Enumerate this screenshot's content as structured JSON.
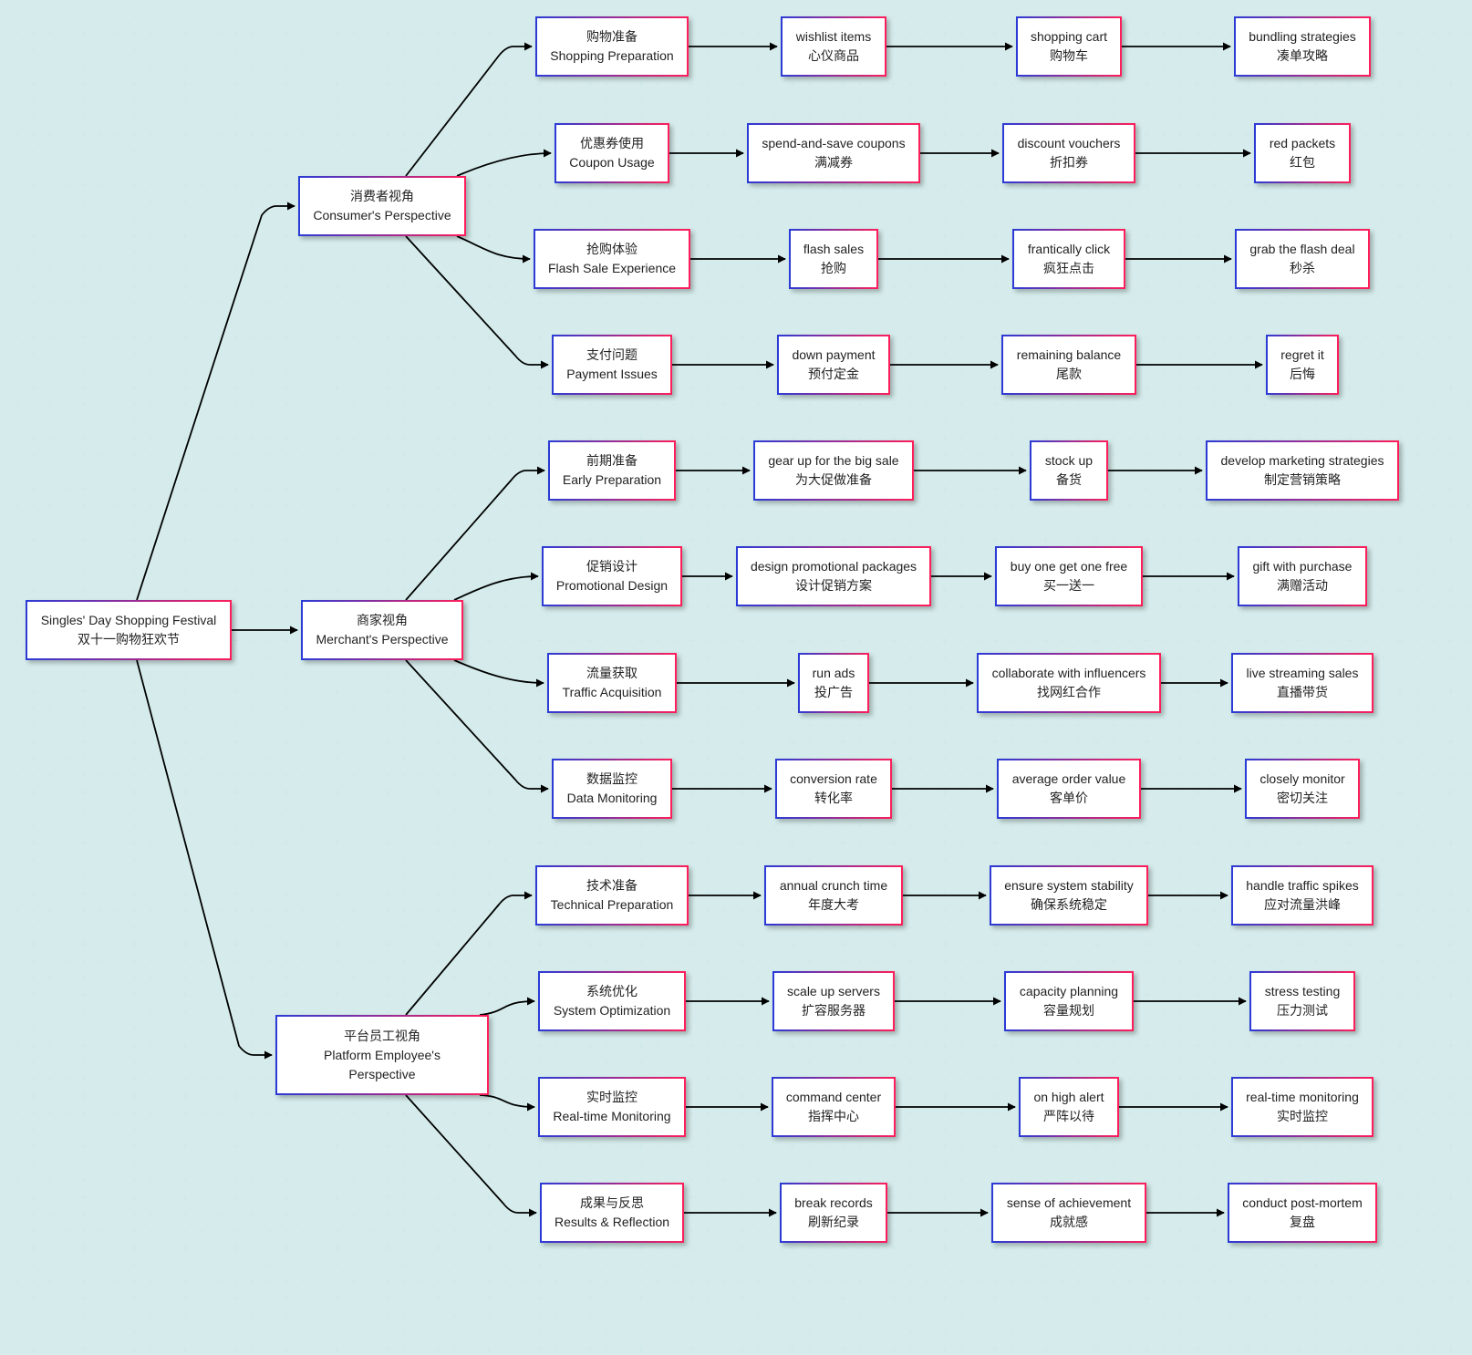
{
  "root": {
    "en": "Singles' Day Shopping Festival",
    "zh": "双十一购物狂欢节"
  },
  "perspectives": [
    {
      "zh": "消费者视角",
      "en": "Consumer's Perspective",
      "groups": [
        {
          "zh": "购物准备",
          "en": "Shopping Preparation",
          "steps": [
            {
              "en": "wishlist items",
              "zh": "心仪商品"
            },
            {
              "en": "shopping cart",
              "zh": "购物车"
            },
            {
              "en": "bundling strategies",
              "zh": "凑单攻略"
            }
          ]
        },
        {
          "zh": "优惠券使用",
          "en": "Coupon Usage",
          "steps": [
            {
              "en": "spend-and-save coupons",
              "zh": "满减券"
            },
            {
              "en": "discount vouchers",
              "zh": "折扣券"
            },
            {
              "en": "red packets",
              "zh": "红包"
            }
          ]
        },
        {
          "zh": "抢购体验",
          "en": "Flash Sale Experience",
          "steps": [
            {
              "en": "flash sales",
              "zh": "抢购"
            },
            {
              "en": "frantically click",
              "zh": "疯狂点击"
            },
            {
              "en": "grab the flash deal",
              "zh": "秒杀"
            }
          ]
        },
        {
          "zh": "支付问题",
          "en": "Payment Issues",
          "steps": [
            {
              "en": "down payment",
              "zh": "预付定金"
            },
            {
              "en": "remaining balance",
              "zh": "尾款"
            },
            {
              "en": "regret it",
              "zh": "后悔"
            }
          ]
        }
      ]
    },
    {
      "zh": "商家视角",
      "en": "Merchant's Perspective",
      "groups": [
        {
          "zh": "前期准备",
          "en": "Early Preparation",
          "steps": [
            {
              "en": "gear up for the big sale",
              "zh": "为大促做准备"
            },
            {
              "en": "stock up",
              "zh": "备货"
            },
            {
              "en": "develop marketing strategies",
              "zh": "制定营销策略"
            }
          ]
        },
        {
          "zh": "促销设计",
          "en": "Promotional Design",
          "steps": [
            {
              "en": "design promotional packages",
              "zh": "设计促销方案"
            },
            {
              "en": "buy one get one free",
              "zh": "买一送一"
            },
            {
              "en": "gift with purchase",
              "zh": "满赠活动"
            }
          ]
        },
        {
          "zh": "流量获取",
          "en": "Traffic Acquisition",
          "steps": [
            {
              "en": "run ads",
              "zh": "投广告"
            },
            {
              "en": "collaborate with influencers",
              "zh": "找网红合作"
            },
            {
              "en": "live streaming sales",
              "zh": "直播带货"
            }
          ]
        },
        {
          "zh": "数据监控",
          "en": "Data Monitoring",
          "steps": [
            {
              "en": "conversion rate",
              "zh": "转化率"
            },
            {
              "en": "average order value",
              "zh": "客单价"
            },
            {
              "en": "closely monitor",
              "zh": "密切关注"
            }
          ]
        }
      ]
    },
    {
      "zh": "平台员工视角",
      "en": "Platform Employee's Perspective",
      "groups": [
        {
          "zh": "技术准备",
          "en": "Technical Preparation",
          "steps": [
            {
              "en": "annual crunch time",
              "zh": "年度大考"
            },
            {
              "en": "ensure system stability",
              "zh": "确保系统稳定"
            },
            {
              "en": "handle traffic spikes",
              "zh": "应对流量洪峰"
            }
          ]
        },
        {
          "zh": "系统优化",
          "en": "System Optimization",
          "steps": [
            {
              "en": "scale up servers",
              "zh": "扩容服务器"
            },
            {
              "en": "capacity planning",
              "zh": "容量规划"
            },
            {
              "en": "stress testing",
              "zh": "压力测试"
            }
          ]
        },
        {
          "zh": "实时监控",
          "en": "Real-time Monitoring",
          "steps": [
            {
              "en": "command center",
              "zh": "指挥中心"
            },
            {
              "en": "on high alert",
              "zh": "严阵以待"
            },
            {
              "en": "real-time monitoring",
              "zh": "实时监控"
            }
          ]
        },
        {
          "zh": "成果与反思",
          "en": "Results & Reflection",
          "steps": [
            {
              "en": "break records",
              "zh": "刷新纪录"
            },
            {
              "en": "sense of achievement",
              "zh": "成就感"
            },
            {
              "en": "conduct post-mortem",
              "zh": "复盘"
            }
          ]
        }
      ]
    }
  ]
}
